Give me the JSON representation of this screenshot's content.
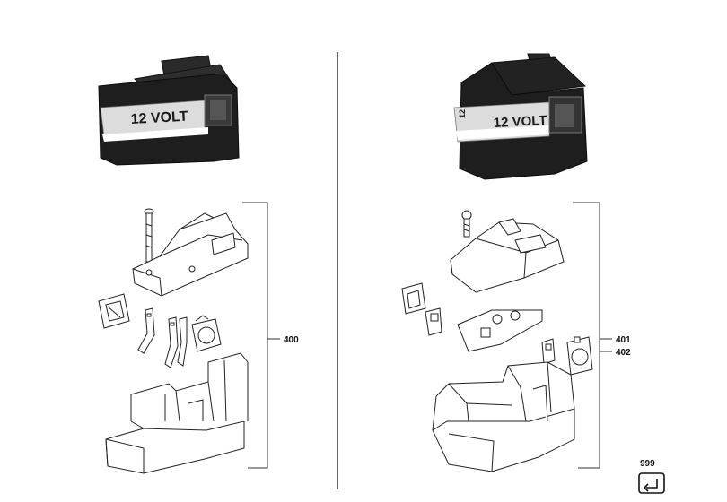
{
  "left_battery": {
    "label": "12 VOLT"
  },
  "right_battery": {
    "label": "12 VOLT",
    "side_mark": "12"
  },
  "callouts": {
    "left_group": "400",
    "right_group_a": "401",
    "right_group_b": "402",
    "return_icon": "999"
  },
  "colors": {
    "line": "#1a1a1a",
    "body_dark": "#1c1c1c",
    "band_light": "#d9d9d9",
    "stripe_white": "#ffffff"
  }
}
